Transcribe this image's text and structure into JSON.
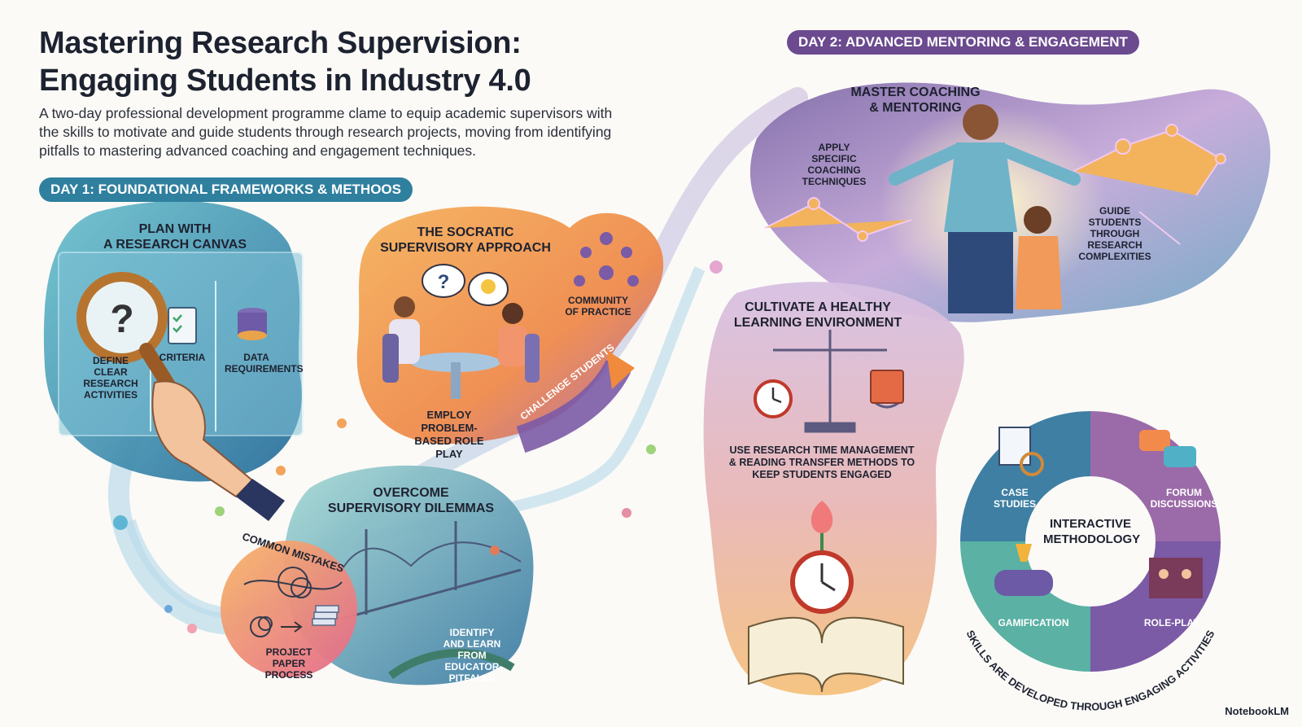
{
  "header": {
    "title_line1": "Mastering Research Supervision:",
    "title_line2": "Engaging Students in Industry 4.0",
    "subtitle": "A two-day professional development programme clame to equip academic supervisors with the skills to motivate and guide students through research projects, moving from identifying pitfalls to mastering advanced coaching and engagement techniques."
  },
  "day1": {
    "label": "DAY 1: FOUNDATIONAL FRAMEWORKS & METHOOS",
    "canvas": {
      "title_line1": "PLAN WITH",
      "title_line2": "A RESEARCH CANVAS",
      "item1": "DEFINE CLEAR RESEARCH ACTIVITIES",
      "item2": "CRITERIA",
      "item3": "DATA REQUIREMENTS"
    },
    "socratic": {
      "title_line1": "THE SOCRATIC",
      "title_line2": "SUPERVISORY APPROACH",
      "community": "COMMUNITY OF PRACTICE",
      "roleplay": "EMPLOY PROBLEM-BASED ROLE PLAY",
      "challenge": "CHALLENGE STUDENTS"
    },
    "dilemmas": {
      "title_line1": "OVERCOME",
      "title_line2": "SUPERVISORY DILEMMAS",
      "mistakes": "COMMON MISTAKES",
      "paper": "PROJECT PAPER PROCESS",
      "pitfalls": "IDENTIFY AND LEARN FROM EDUCATOR PITFALLS"
    }
  },
  "day2": {
    "label": "DAY 2: ADVANCED MENTORING & ENGAGEMENT",
    "coaching": {
      "title_line1": "MASTER COACHING",
      "title_line2": "& MENTORING",
      "apply": "APPLY SPECIFIC COACHING TECHNIQUES",
      "guide": "GUIDE STUDENTS THROUGH RESEARCH COMPLEXITIES"
    },
    "environment": {
      "title_line1": "CULTIVATE A HEALTHY",
      "title_line2": "LEARNING ENVIRONMENT",
      "text": "USE RESEARCH TIME MANAGEMENT & READING TRANSFER METHODS TO KEEP STUDENTS ENGAGED"
    },
    "methodology": {
      "center": "INTERACTIVE METHODOLOGY",
      "case": "CASE STUDIES",
      "forum": "FORUM DISCUSSIONS",
      "game": "GAMIFICATION",
      "role": "ROLE-PLAY",
      "caption": "SKILLS ARE DEVELOPED THROUGH ENGAGING ACTIVITIES"
    }
  },
  "footer": {
    "brand": "NotebookLM"
  },
  "colors": {
    "teal": "#2f7f9e",
    "purple": "#6b4a8f",
    "orange": "#f08a3c",
    "pink": "#e97a88"
  }
}
